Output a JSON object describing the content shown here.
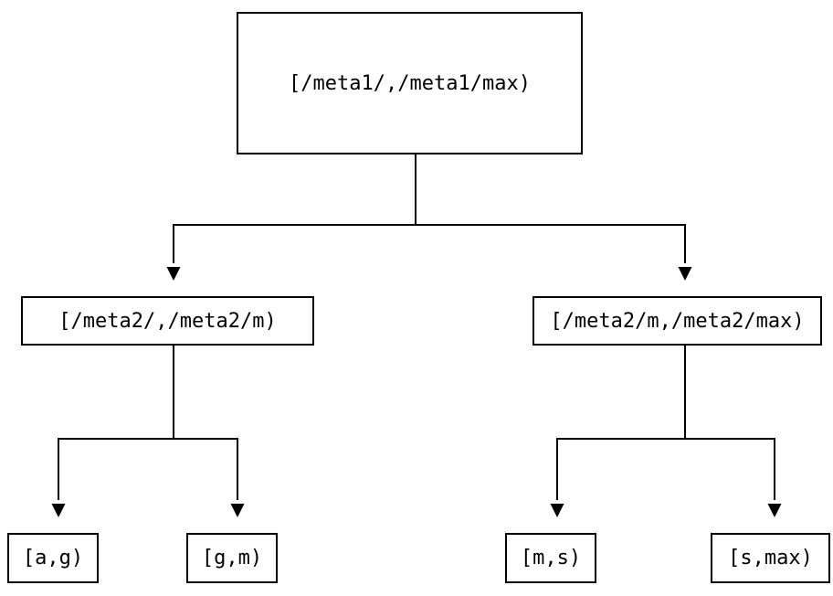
{
  "diagram": {
    "type": "tree",
    "background_color": "#ffffff",
    "line_color": "#000000",
    "nodes": {
      "root": {
        "label": "[/meta1/,/meta1/max)"
      },
      "meta2_low": {
        "label": "[/meta2/,/meta2/m)"
      },
      "meta2_high": {
        "label": "[/meta2/m,/meta2/max)"
      },
      "leaf_ag": {
        "label": "[a,g)"
      },
      "leaf_gm": {
        "label": "[g,m)"
      },
      "leaf_ms": {
        "label": "[m,s)"
      },
      "leaf_smax": {
        "label": "[s,max)"
      }
    },
    "edges": [
      {
        "from": "root",
        "to": "meta2_low"
      },
      {
        "from": "root",
        "to": "meta2_high"
      },
      {
        "from": "meta2_low",
        "to": "leaf_ag"
      },
      {
        "from": "meta2_low",
        "to": "leaf_gm"
      },
      {
        "from": "meta2_high",
        "to": "leaf_ms"
      },
      {
        "from": "meta2_high",
        "to": "leaf_smax"
      }
    ]
  }
}
